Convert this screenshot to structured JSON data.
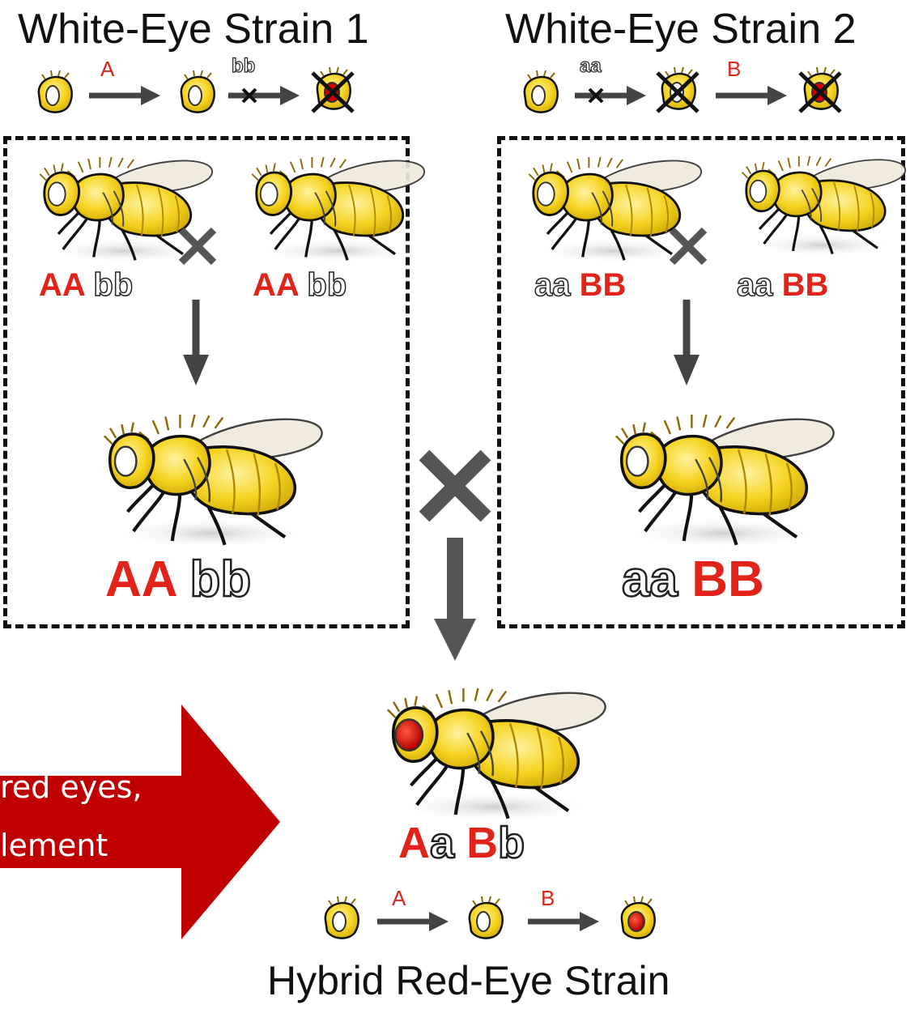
{
  "strain1": {
    "title": "White-Eye Strain 1",
    "pathway": {
      "step1": "A",
      "step2": "bb"
    },
    "parent1": {
      "dom": "AA",
      "rec": "bb"
    },
    "parent2": {
      "dom": "AA",
      "rec": "bb"
    },
    "offspring": {
      "dom": "AA",
      "rec": "bb"
    }
  },
  "strain2": {
    "title": "White-Eye Strain 2",
    "pathway": {
      "step1": "aa",
      "step2": "B"
    },
    "parent1": {
      "rec": "aa",
      "dom": "BB"
    },
    "parent2": {
      "rec": "aa",
      "dom": "BB"
    },
    "offspring": {
      "rec": "aa",
      "dom": "BB"
    }
  },
  "hybrid": {
    "genotype": {
      "a1": "A",
      "a2": "a",
      "b1": "B",
      "b2": "b"
    },
    "pathway": {
      "step1": "A",
      "step2": "B"
    },
    "title": "Hybrid Red-Eye Strain"
  },
  "callout": {
    "line1": "red  eyes,",
    "line2": "lement"
  },
  "colors": {
    "red_allele": "#e2231a",
    "arrow_gray": "#444444",
    "callout_fill": "#c00000",
    "fly_body": "#f5d320",
    "eye_red": "#d00000"
  }
}
